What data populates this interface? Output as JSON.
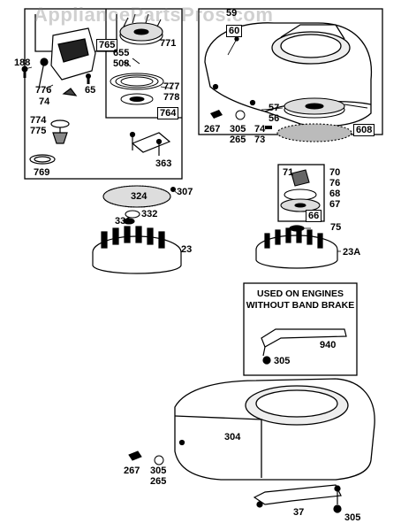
{
  "watermark": "AppliancePartsPros.com",
  "note": {
    "line1": "USED ON ENGINES",
    "line2": "WITHOUT BAND BRAKE"
  },
  "boxes": {
    "b765": "765",
    "b764": "764",
    "b60": "60",
    "b608": "608",
    "b66": "66"
  },
  "labels": {
    "p188": "188",
    "p776": "776",
    "p74a": "74",
    "p65": "65",
    "p774": "774",
    "p775": "775",
    "p769": "769",
    "p655": "655",
    "p508": "508",
    "p771": "771",
    "p777": "777",
    "p778": "778",
    "p59": "59",
    "p57": "57",
    "p56": "56",
    "p74b": "74",
    "p73": "73",
    "p267a": "267",
    "p305a": "305",
    "p265a": "265",
    "p363": "363",
    "p324": "324",
    "p307": "307",
    "p332": "332",
    "p331": "331",
    "p23": "23",
    "p71": "71",
    "p70": "70",
    "p76": "76",
    "p68": "68",
    "p67": "67",
    "p75": "75",
    "p23a": "23A",
    "p940": "940",
    "p305b": "305",
    "p304": "304",
    "p267b": "267",
    "p305c": "305",
    "p265b": "265",
    "p37": "37",
    "p305d": "305"
  }
}
